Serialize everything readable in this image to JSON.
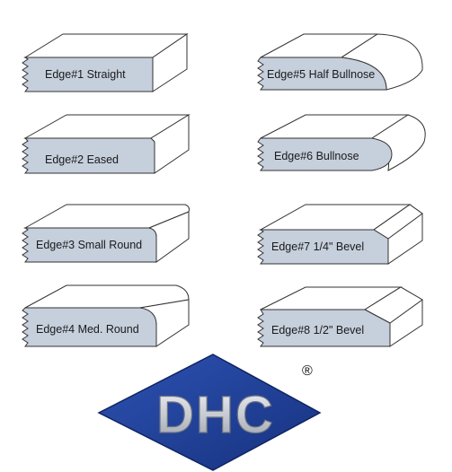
{
  "edges": [
    {
      "id": 1,
      "label": "Edge#1   Straight",
      "profile": "straight"
    },
    {
      "id": 2,
      "label": "Edge#2    Eased",
      "profile": "eased"
    },
    {
      "id": 3,
      "label": "Edge#3  Small Round",
      "profile": "small-round"
    },
    {
      "id": 4,
      "label": "Edge#4 Med. Round",
      "profile": "med-round"
    },
    {
      "id": 5,
      "label": "Edge#5 Half Bullnose",
      "profile": "half-bullnose"
    },
    {
      "id": 6,
      "label": "Edge#6  Bullnose",
      "profile": "bullnose"
    },
    {
      "id": 7,
      "label": "Edge#7  1/4\"  Bevel",
      "profile": "bevel"
    },
    {
      "id": 8,
      "label": "Edge#8   1/2\" Bevel",
      "profile": "bevel"
    }
  ],
  "logo": {
    "text": "DHC",
    "registered_mark": "®",
    "colors": {
      "diamond": "#1f3f94",
      "diamond_edge": "#12296b",
      "letters": "#c9ccd2"
    }
  },
  "colors": {
    "face_fill": "#c6cfdc",
    "top_fill": "#ffffff",
    "stroke": "#333333"
  }
}
